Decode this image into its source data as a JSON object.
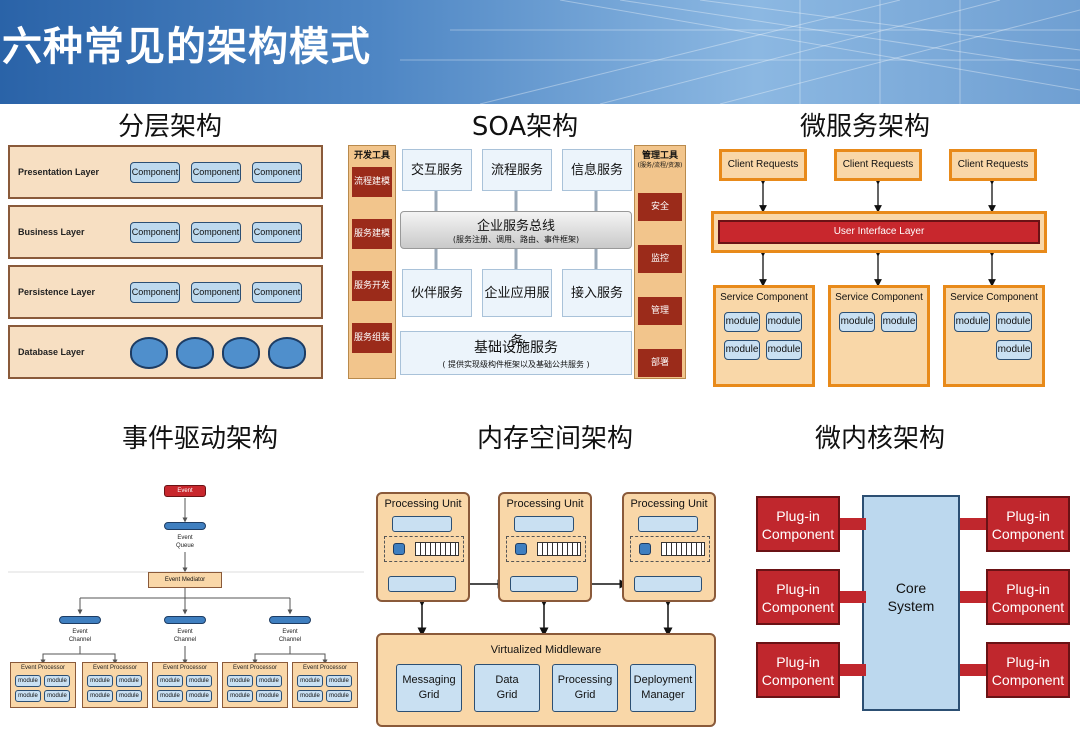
{
  "slide": {
    "title": "六种常见的架构模式"
  },
  "layered": {
    "heading": "分层架构",
    "layers": [
      {
        "label": "Presentation Layer",
        "items": [
          "Component",
          "Component",
          "Component"
        ]
      },
      {
        "label": "Business Layer",
        "items": [
          "Component",
          "Component",
          "Component"
        ]
      },
      {
        "label": "Persistence Layer",
        "items": [
          "Component",
          "Component",
          "Component"
        ]
      },
      {
        "label": "Database Layer",
        "items": []
      }
    ]
  },
  "soa": {
    "heading": "SOA架构",
    "left_title": "开发工具",
    "left_items": [
      "流程建模",
      "服务建模",
      "服务开发",
      "服务组装"
    ],
    "right_title": "管理工具",
    "right_subtitle": "(服务/流程/资源)",
    "right_items": [
      "安全",
      "监控",
      "管理",
      "部署"
    ],
    "top_services": [
      "交互服务",
      "流程服务",
      "信息服务"
    ],
    "bus_title": "企业服务总线",
    "bus_subtitle": "(服务注册、调用、路由、事件框架)",
    "mid_services": [
      "伙伴服务",
      "企业应用服务",
      "接入服务"
    ],
    "infra_title": "基础设施服务",
    "infra_subtitle": "( 提供实现级构件框架以及基础公共服务 )"
  },
  "microservices": {
    "heading": "微服务架构",
    "clients": [
      "Client Requests",
      "Client Requests",
      "Client Requests"
    ],
    "ui_layer": "User Interface Layer",
    "service_component": "Service Component",
    "module": "module"
  },
  "event": {
    "heading": "事件驱动架构",
    "event": "Event",
    "event_queue": "Event\nQueue",
    "mediator": "Event Mediator",
    "channel": "Event\nChannel",
    "processor": "Event Processor",
    "module": "module"
  },
  "space": {
    "heading": "内存空间架构",
    "processing_unit": "Processing Unit",
    "middleware": "Virtualized Middleware",
    "grids": [
      "Messaging\nGrid",
      "Data\nGrid",
      "Processing\nGrid",
      "Deployment\nManager"
    ]
  },
  "microkernel": {
    "heading": "微内核架构",
    "plugin": "Plug-in\nComponent",
    "core": "Core\nSystem"
  }
}
